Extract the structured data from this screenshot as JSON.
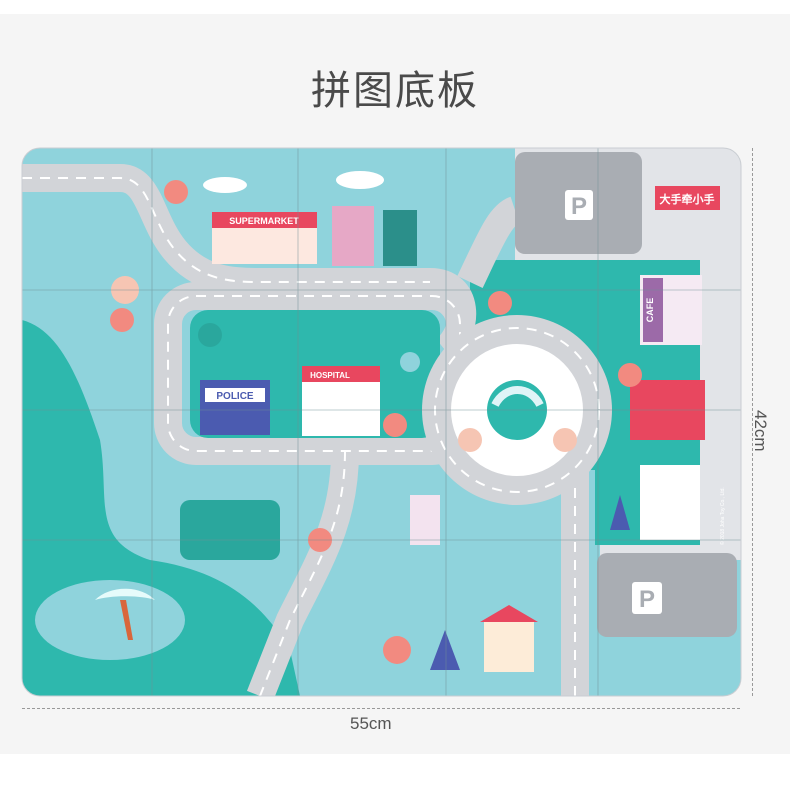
{
  "title": "拼图底板",
  "dimensions": {
    "width": "55cm",
    "height": "42cm"
  },
  "board": {
    "supermarket": "SUPERMARKET",
    "hospital": "HOSPITAL",
    "police": "POLICE",
    "cafe": "CAFE",
    "parking_top": "P",
    "parking_bottom": "P",
    "brand_logo": "大手牵小手",
    "copyright": "© 2018 Joha Toy Co., Ltd."
  },
  "colors": {
    "water": "#2eb8ad",
    "light_water": "#8fd3dc",
    "road": "#d2d4d8",
    "parking": "#a9adb3",
    "accent": "#e8475f"
  }
}
